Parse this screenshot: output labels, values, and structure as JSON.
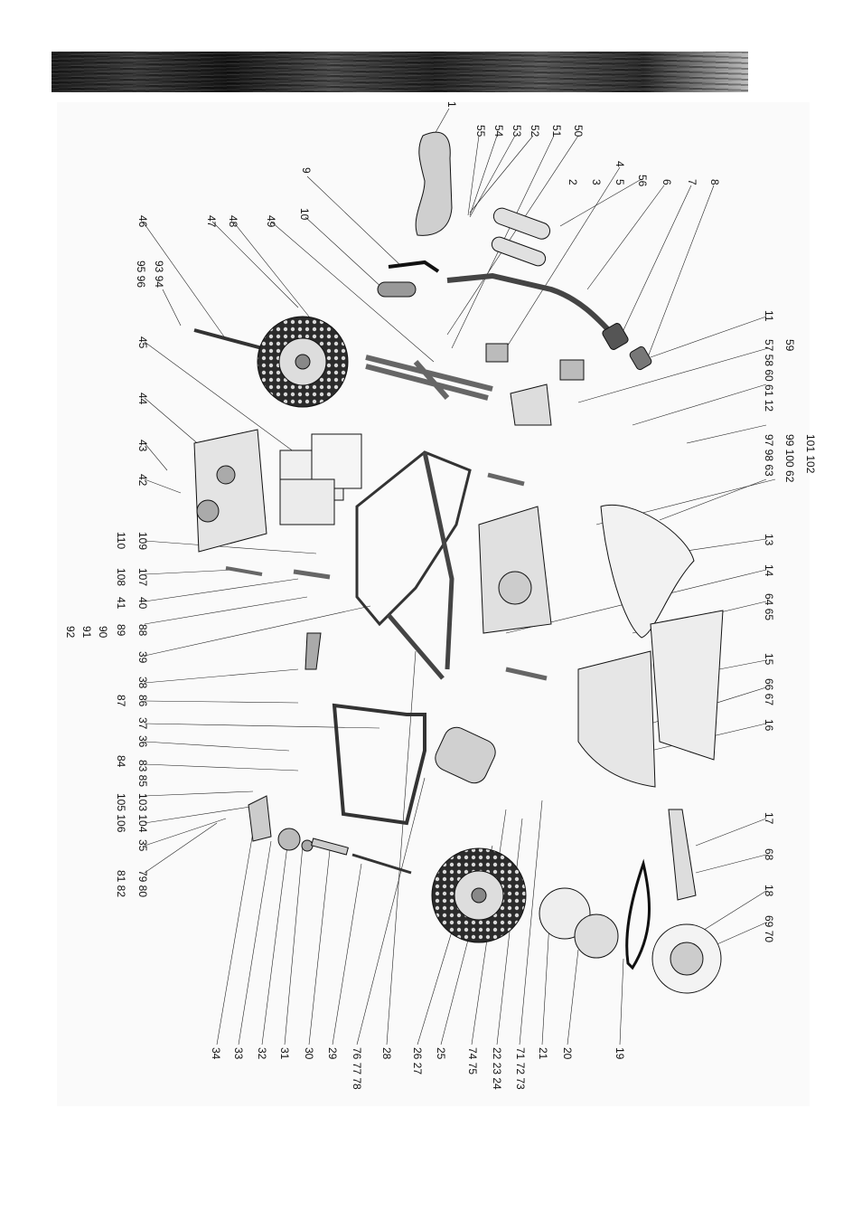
{
  "diagram": {
    "labels": {
      "l1": "1",
      "l50": "50",
      "l51": "51",
      "l52": "52",
      "l53": "53",
      "l54": "54",
      "l55": "55",
      "l4": "4",
      "l5": "5",
      "l2": "2",
      "l3": "3",
      "l56": "56",
      "l6": "6",
      "l7": "7",
      "l8": "8",
      "l9": "9",
      "l10": "10",
      "l46": "46",
      "l47": "47",
      "l48": "48",
      "l49": "49",
      "l93_94": "93 94",
      "l95_96": "95 96",
      "l11": "11",
      "l59": "59",
      "l57_58_60_61_12": "57 58 60 61 12",
      "l97_98_63": "97 98 63",
      "l99_100_62": "99 100 62",
      "l101_102": "101 102",
      "l45": "45",
      "l44": "44",
      "l43": "43",
      "l42": "42",
      "l13": "13",
      "l14": "14",
      "l64_65": "64 65",
      "l15": "15",
      "l66_67": "66 67",
      "l16": "16",
      "l110": "110",
      "l109": "109",
      "l108": "108",
      "l107": "107",
      "l41": "41",
      "l40": "40",
      "l89": "89",
      "l88": "88",
      "l90": "90",
      "l91": "91",
      "l92": "92",
      "l39": "39",
      "l38": "38",
      "l87": "87",
      "l86": "86",
      "l37": "37",
      "l36": "36",
      "l84": "84",
      "l83_85": "83 85",
      "l105_106": "105 106",
      "l103_104": "103 104",
      "l35": "35",
      "l81_82": "81 82",
      "l79_80": "79 80",
      "l17": "17",
      "l68": "68",
      "l18": "18",
      "l69_70": "69 70",
      "l34": "34",
      "l33": "33",
      "l32": "32",
      "l31": "31",
      "l30": "30",
      "l29": "29",
      "l76_77_78": "76 77 78",
      "l28": "28",
      "l26_27": "26 27",
      "l25": "25",
      "l74_75": "74 75",
      "l22_23_24": "22 23 24",
      "l71_72_73": "71 72 73",
      "l21": "21",
      "l20": "20",
      "l19": "19"
    }
  }
}
